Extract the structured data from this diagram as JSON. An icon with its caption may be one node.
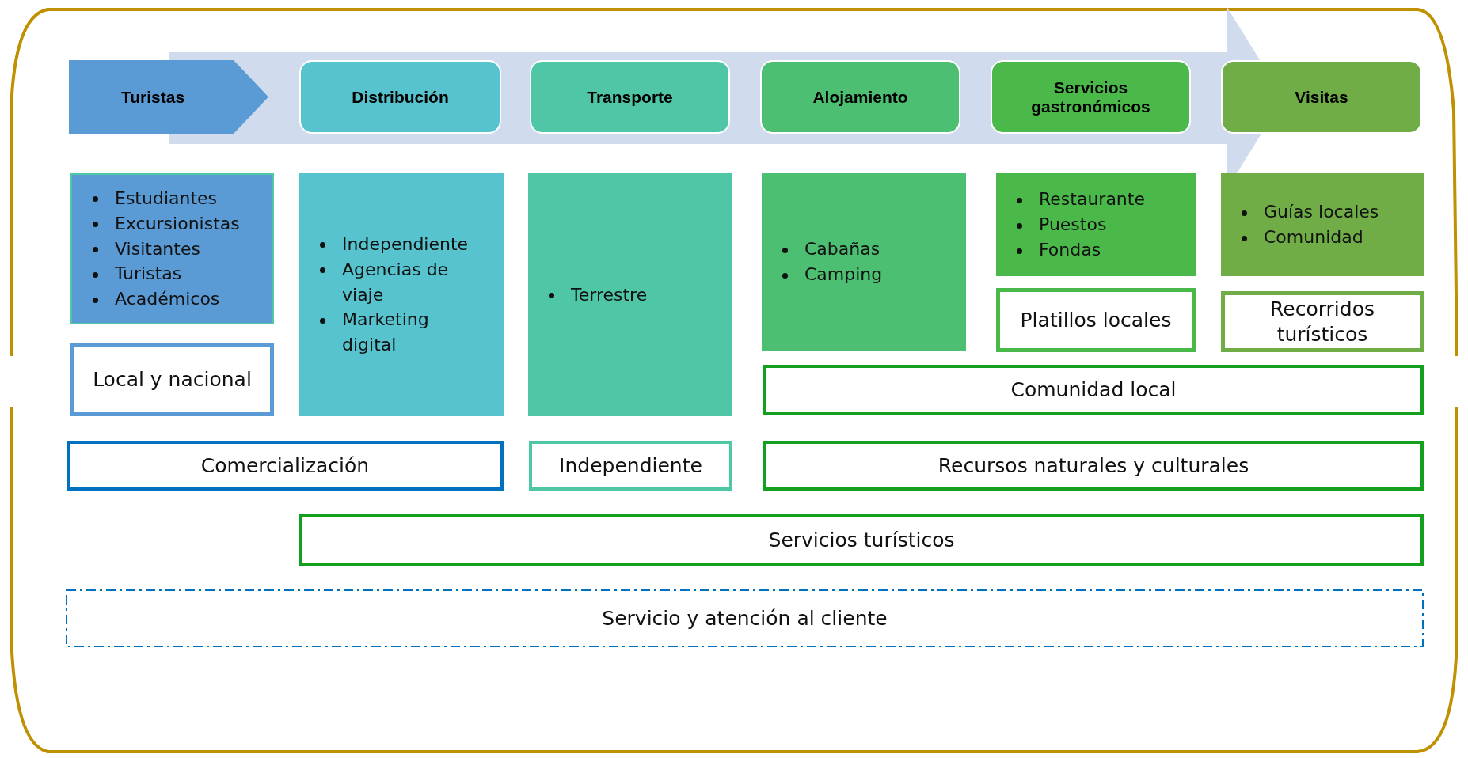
{
  "diagram": {
    "nodes": [
      {
        "text": [
          "Turistas"
        ]
      },
      {
        "text": [
          "Distribución"
        ]
      },
      {
        "text": [
          "Transporte"
        ]
      },
      {
        "text": [
          "Alojamiento"
        ]
      },
      {
        "text": [
          "Servicios gastronómicos"
        ]
      },
      {
        "text": [
          "Visitas"
        ]
      },
      {
        "text": [
          "Estudiantes",
          "Excursionistas",
          "Visitantes",
          "Turistas",
          "Académicos"
        ]
      },
      {
        "text": [
          "Independiente",
          "Agencias de viaje",
          "Marketing digital"
        ]
      },
      {
        "text": [
          "Terrestre"
        ]
      },
      {
        "text": [
          "Cabañas",
          "Camping"
        ]
      },
      {
        "text": [
          "Restaurante",
          "Puestos",
          "Fondas"
        ]
      },
      {
        "text": [
          "Guías locales",
          "Comunidad"
        ]
      },
      {
        "text": [
          "Local y nacional"
        ]
      },
      {
        "text": [
          "Platillos locales"
        ]
      },
      {
        "text": [
          "Recorridos turísticos"
        ]
      },
      {
        "text": [
          "Comunidad local"
        ]
      },
      {
        "text": [
          "Comercialización"
        ]
      },
      {
        "text": [
          "Independiente"
        ]
      },
      {
        "text": [
          "Recursos naturales y culturales"
        ]
      },
      {
        "text": [
          "Servicios turísticos"
        ]
      },
      {
        "text": [
          "Servicio y atención al cliente"
        ]
      }
    ]
  }
}
